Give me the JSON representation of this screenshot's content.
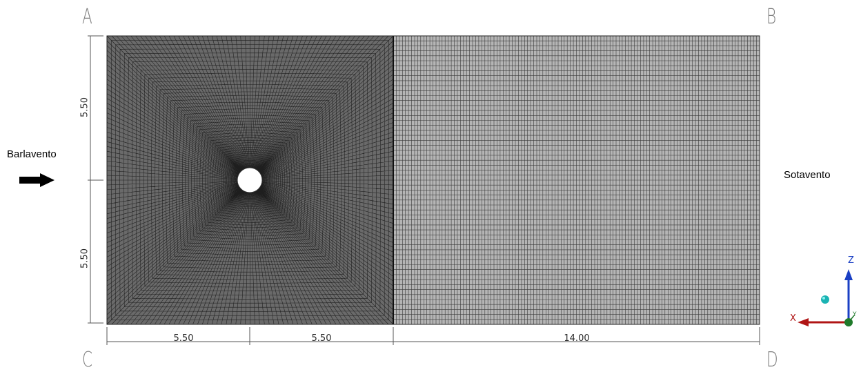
{
  "corners": {
    "a": "A",
    "b": "B",
    "c": "C",
    "d": "D"
  },
  "flow": {
    "windward": "Barlavento",
    "leeward": "Sotavento"
  },
  "dimensions": {
    "left_upper": "5.50",
    "left_lower": "5.50",
    "bottom_1": "5.50",
    "bottom_2": "5.50",
    "bottom_3": "14.00"
  },
  "axes": {
    "z": "Z",
    "x": "X",
    "y": "Y"
  },
  "colors": {
    "mesh_fill": "#8a8a8a",
    "mesh_line": "#1e1e1e",
    "z_axis": "#1a3fc4",
    "x_axis": "#b01515",
    "origin": "#1f7a2a",
    "sphere": "#1ab3b3"
  },
  "icons": {
    "flow_arrow": "arrow-right-icon",
    "axis_triad": "xyz-axis-triad-icon"
  }
}
